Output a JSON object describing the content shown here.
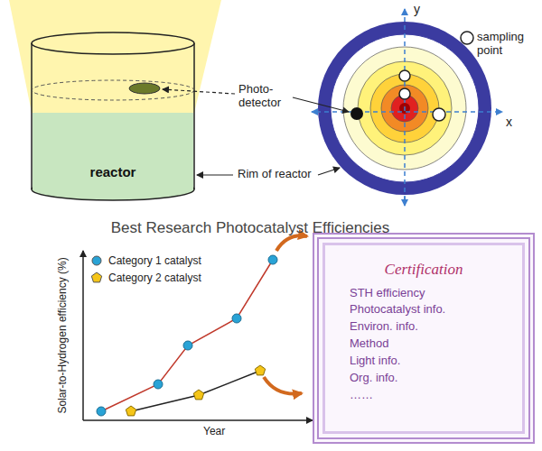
{
  "diagram": {
    "title": "Best Research Photocatalyst Efficiencies",
    "nodes": [
      {
        "text": [
          "reactor"
        ]
      },
      {
        "text": [
          "Certification",
          "STH efficiency",
          "Photocatalyst info.",
          "Environ. info.",
          "Method",
          "Light info.",
          "Org. info.",
          "……"
        ]
      }
    ],
    "labels": [
      "sampling point",
      "y",
      "x",
      "Photo-detector",
      "Rim of reactor",
      "Solar-to-Hydrogen efficiency (%)",
      "Year"
    ],
    "legend": [
      {
        "text": "Category 1 catalyst",
        "color": "#29a3d6"
      },
      {
        "text": "Category 2 catalyst",
        "color": "#f5c518"
      }
    ]
  }
}
